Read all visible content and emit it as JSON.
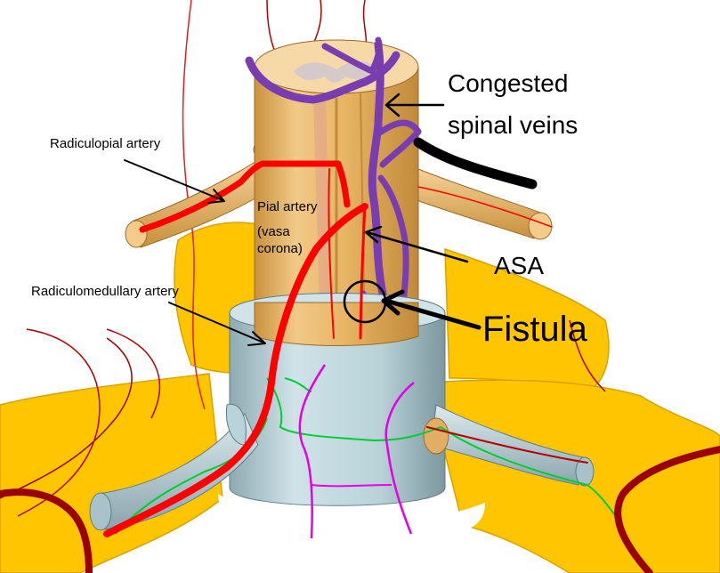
{
  "labels": {
    "radiculopial": "Radiculopial  artery",
    "pial_line1": "Pial artery",
    "pial_line2": "(vasa",
    "pial_line3": "corona)",
    "radiculomedullary": "Radiculomedullary  artery",
    "congested_line1": "Congested",
    "congested_line2": "spinal veins",
    "asa": "ASA",
    "fistula": "Fistula"
  },
  "colors": {
    "vertebra": "#FFC600",
    "cord": "#F0C27A",
    "cord_shade": "#D9A24E",
    "dura": "#B9D3DA",
    "artery": "#FF0000",
    "dark_artery": "#9B0000",
    "vein": "#7A3DB0",
    "nerve_green": "#00CC33",
    "nerve_magenta": "#E600E6"
  }
}
